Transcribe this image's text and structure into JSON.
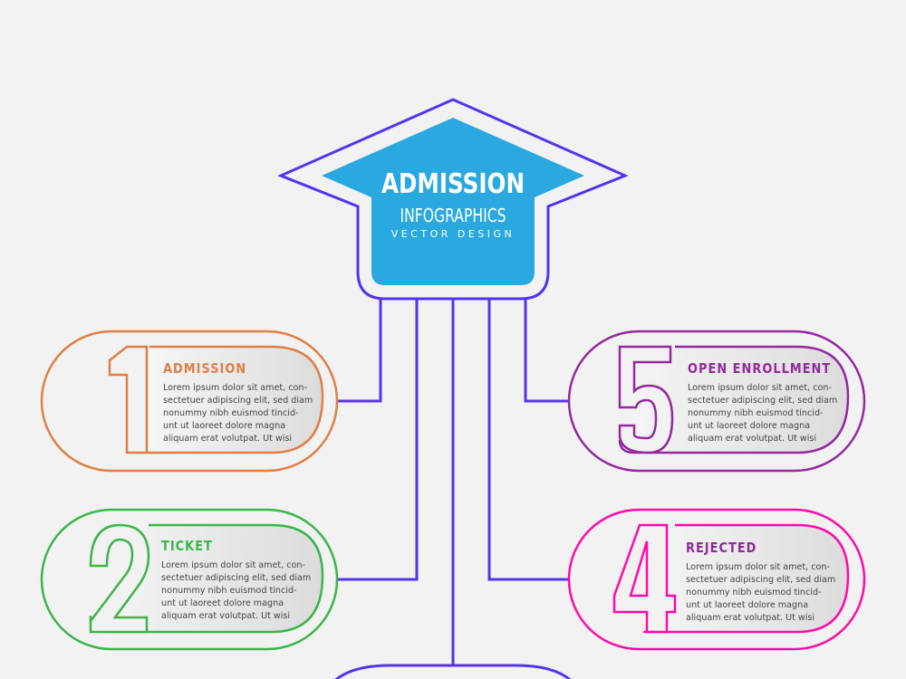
{
  "header": {
    "title": "ADMISSION",
    "subtitle": "INFOGRAPHICS",
    "tagline": "VECTOR DESIGN"
  },
  "colors": {
    "background": "#f2f2f2",
    "connector": "#5533ee",
    "cap_fill": "#2aa9e0"
  },
  "steps": [
    {
      "number": "1",
      "title": "ADMISSION",
      "body": "Lorem ipsum dolor sit amet, con-\nsectetuer adipiscing elit, sed diam\nnonummy nibh euismod tincid-\nunt ut laoreet dolore magna\naliquam erat volutpat. Ut wisi",
      "color": "#e07f45",
      "title_color": "#e07f45"
    },
    {
      "number": "2",
      "title": "TICKET",
      "body": "Lorem ipsum dolor sit amet, con-\nsectetuer adipiscing elit, sed diam\nnonummy nibh euismod tincid-\nunt ut laoreet dolore magna\naliquam erat volutpat. Ut wisi",
      "color": "#3bb54a",
      "title_color": "#3bb54a"
    },
    {
      "number": "4",
      "title": "REJECTED",
      "body": "Lorem ipsum dolor sit amet, con-\nsectetuer adipiscing elit, sed diam\nnonummy nibh euismod tincid-\nunt ut laoreet dolore magna\naliquam erat volutpat. Ut wisi",
      "color": "#ff0aa8",
      "title_color": "#8e2a9a"
    },
    {
      "number": "5",
      "title": "OPEN ENROLLMENT",
      "body": "Lorem ipsum dolor sit amet, con-\nsectetuer adipiscing elit, sed diam\nnonummy nibh euismod tincid-\nunt ut laoreet dolore magna\naliquam erat volutpat. Ut wisi",
      "color": "#922a9e",
      "title_color": "#922a9e"
    }
  ]
}
